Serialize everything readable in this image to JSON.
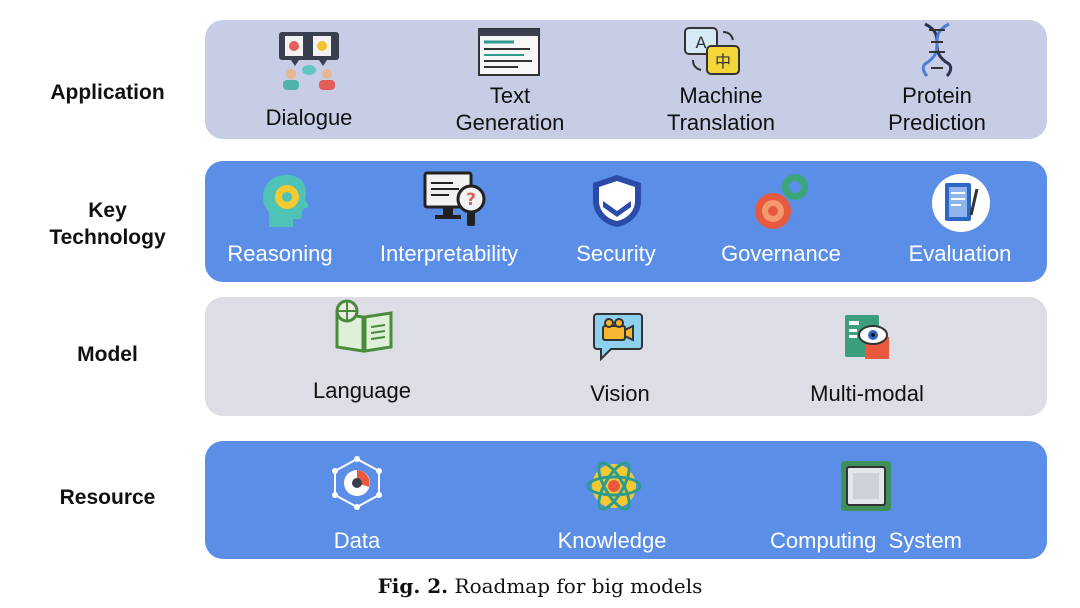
{
  "rows": {
    "application": {
      "label": "Application",
      "items": [
        {
          "text": "Dialogue",
          "icon": "dialogue-icon"
        },
        {
          "line1": "Text",
          "line2": "Generation",
          "icon": "document-icon"
        },
        {
          "line1": "Machine",
          "line2": "Translation",
          "icon": "translation-icon"
        },
        {
          "line1": "Protein",
          "line2": "Prediction",
          "icon": "dna-icon"
        }
      ]
    },
    "key_technology": {
      "label_line1": "Key",
      "label_line2": "Technology",
      "items": [
        {
          "text": "Reasoning",
          "icon": "brain-gear-icon"
        },
        {
          "text": "Interpretability",
          "icon": "monitor-question-icon"
        },
        {
          "text": "Security",
          "icon": "shield-icon"
        },
        {
          "text": "Governance",
          "icon": "gears-icon"
        },
        {
          "text": "Evaluation",
          "icon": "notebook-icon"
        }
      ]
    },
    "model": {
      "label": "Model",
      "items": [
        {
          "text": "Language",
          "icon": "book-icon"
        },
        {
          "text": "Vision",
          "icon": "video-chat-icon"
        },
        {
          "text": "Multi-modal",
          "icon": "multimodal-icon"
        }
      ]
    },
    "resource": {
      "label": "Resource",
      "items": [
        {
          "text": "Data",
          "icon": "data-network-icon"
        },
        {
          "text": "Knowledge",
          "icon": "atom-icon"
        },
        {
          "text": "Computing  System",
          "icon": "chip-icon"
        }
      ]
    }
  },
  "caption": {
    "prefix": "Fig. 2.",
    "text": " Roadmap for big models"
  },
  "colors": {
    "application_band": "#c8cde6",
    "key_technology_band": "#5b8ee6",
    "model_band": "#dcdde5",
    "resource_band": "#5b8ee6"
  }
}
